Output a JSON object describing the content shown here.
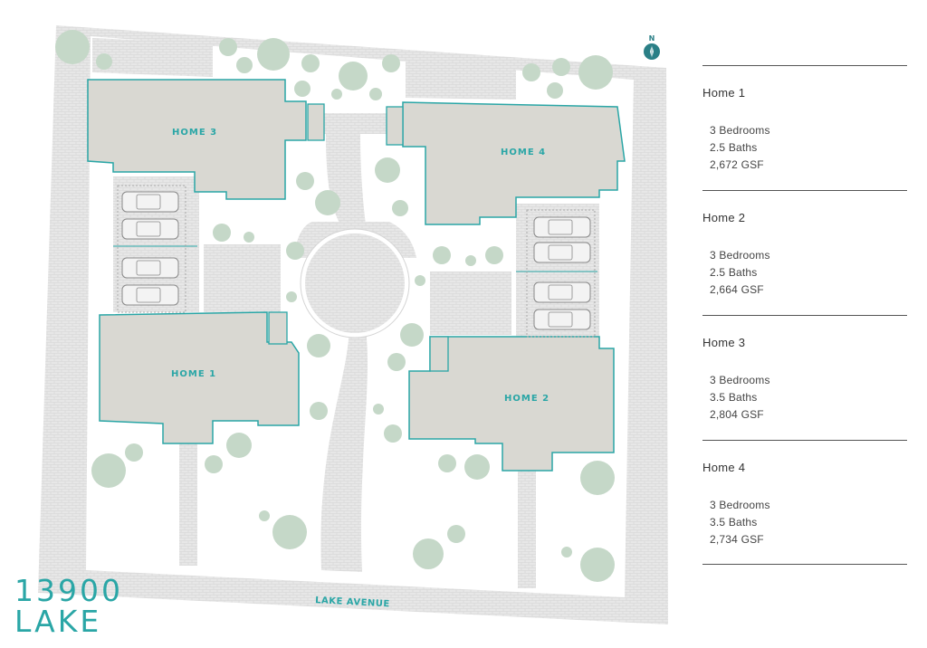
{
  "project": {
    "name_line1": "13900",
    "name_line2": "LAKE"
  },
  "street": {
    "name": "LAKE AVENUE"
  },
  "compass": {
    "letter": "N",
    "icon": "north-arrow-icon"
  },
  "plan_labels": {
    "home1": "HOME 1",
    "home2": "HOME 2",
    "home3": "HOME 3",
    "home4": "HOME 4"
  },
  "homes": [
    {
      "title": "Home 1",
      "bedrooms": "3 Bedrooms",
      "baths": "2.5 Baths",
      "area": "2,672 GSF"
    },
    {
      "title": "Home 2",
      "bedrooms": "3 Bedrooms",
      "baths": "2.5 Baths",
      "area": "2,664 GSF"
    },
    {
      "title": "Home 3",
      "bedrooms": "3 Bedrooms",
      "baths": "3.5 Baths",
      "area": "2,804 GSF"
    },
    {
      "title": "Home 4",
      "bedrooms": "3 Bedrooms",
      "baths": "3.5 Baths",
      "area": "2,734 GSF"
    }
  ],
  "colors": {
    "accent": "#2aa6a6",
    "building": "#d9d8d2",
    "tree": "#c5d8c8",
    "paving": "#e6e6e6"
  }
}
